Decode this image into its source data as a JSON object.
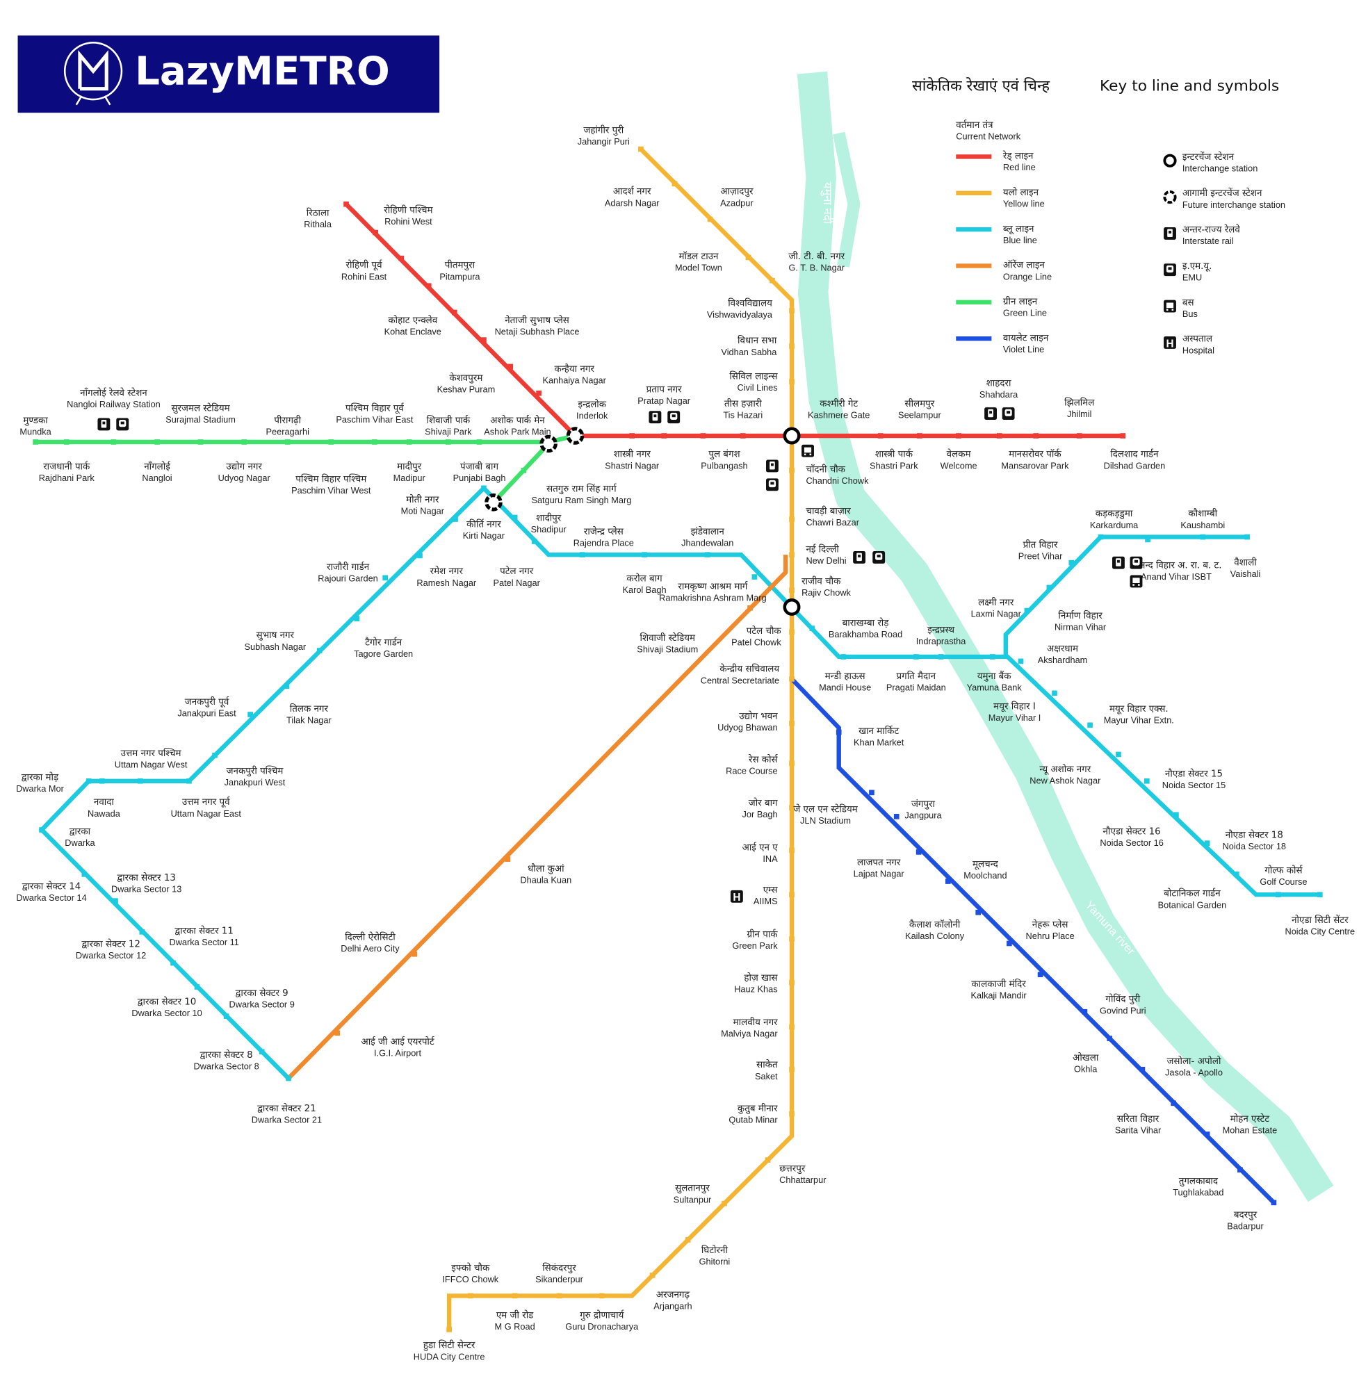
{
  "logo": {
    "text": "LazyMETRO",
    "bg": "#0c0a7f"
  },
  "legend": {
    "title_hi": "सांकेतिक रेखाएं एवं चिन्ह",
    "title_en": "Key to line and symbols",
    "network_hi": "वर्तमान तंत्र",
    "network_en": "Current Network",
    "lines": [
      {
        "hi": "रेड् लाइन",
        "en": "Red line",
        "color": "#ee3b33"
      },
      {
        "hi": "यलो लाइन",
        "en": "Yellow line",
        "color": "#f4b533"
      },
      {
        "hi": "ब्लू लाइन",
        "en": "Blue line",
        "color": "#1ccbe0"
      },
      {
        "hi": "ऑरेंज लाइन",
        "en": "Orange Line",
        "color": "#f08a2c"
      },
      {
        "hi": "ग्रीन लाइन",
        "en": "Green Line",
        "color": "#3ee26a"
      },
      {
        "hi": "वायलेट लाइन",
        "en": "Violet Line",
        "color": "#1d4fe0"
      }
    ],
    "symbols": [
      {
        "hi": "इन्टरचेंज स्टेशन",
        "en": "Interchange station",
        "icon": "interchange-icon"
      },
      {
        "hi": "आगामी इन्टरचेंज स्टेशन",
        "en": "Future interchange station",
        "icon": "future-interchange-icon"
      },
      {
        "hi": "अन्तर-राज्य रेलवे",
        "en": "Interstate rail",
        "icon": "train-icon"
      },
      {
        "hi": "इ.एम.यू.",
        "en": "EMU",
        "icon": "emu-icon"
      },
      {
        "hi": "बस",
        "en": "Bus",
        "icon": "bus-icon"
      },
      {
        "hi": "अस्पताल",
        "en": "Hospital",
        "icon": "hospital-icon"
      }
    ]
  },
  "river": {
    "hi": "यमुना नदी",
    "en": "Yamuna river",
    "color": "#b6f2df"
  },
  "lines": [
    {
      "name": "Red line",
      "color": "#ee3b33",
      "stations": [
        {
          "hi": "रिठाला",
          "en": "Rithala"
        },
        {
          "hi": "रोहिणी पश्चिम",
          "en": "Rohini West"
        },
        {
          "hi": "रोहिणी पूर्व",
          "en": "Rohini East"
        },
        {
          "hi": "पीतमपुरा",
          "en": "Pitampura"
        },
        {
          "hi": "कोहाट एन्क्लेव",
          "en": "Kohat Enclave"
        },
        {
          "hi": "नेताजी सुभाष प्लेस",
          "en": "Netaji Subhash Place"
        },
        {
          "hi": "केशवपुरम",
          "en": "Keshav Puram"
        },
        {
          "hi": "कन्हैया नगर",
          "en": "Kanhaiya Nagar"
        },
        {
          "hi": "इन्द्रलोक",
          "en": "Inderlok"
        },
        {
          "hi": "शास्त्री नगर",
          "en": "Shastri Nagar"
        },
        {
          "hi": "प्रताप नगर",
          "en": "Pratap Nagar"
        },
        {
          "hi": "पुल बंगश",
          "en": "Pulbangash"
        },
        {
          "hi": "तीस हज़ारी",
          "en": "Tis Hazari"
        },
        {
          "hi": "कश्मीरी गेट",
          "en": "Kashmere Gate"
        },
        {
          "hi": "शास्त्री पार्क",
          "en": "Shastri Park"
        },
        {
          "hi": "सीलमपुर",
          "en": "Seelampur"
        },
        {
          "hi": "वेलकम",
          "en": "Welcome"
        },
        {
          "hi": "शाहदरा",
          "en": "Shahdara"
        },
        {
          "hi": "मानसरोवर पॉर्क",
          "en": "Mansarovar Park"
        },
        {
          "hi": "झिलमिल",
          "en": "Jhilmil"
        },
        {
          "hi": "दिलशाद गार्डन",
          "en": "Dilshad Garden"
        }
      ]
    },
    {
      "name": "Yellow line",
      "color": "#f4b533",
      "stations": [
        {
          "hi": "जहांगीर पुरी",
          "en": "Jahangir Puri"
        },
        {
          "hi": "आदर्श नगर",
          "en": "Adarsh Nagar"
        },
        {
          "hi": "आज़ादपुर",
          "en": "Azadpur"
        },
        {
          "hi": "मॉडल टाउन",
          "en": "Model Town"
        },
        {
          "hi": "जी. टी. बी. नगर",
          "en": "G. T. B. Nagar"
        },
        {
          "hi": "विश्वविद्यालय",
          "en": "Vishwavidyalaya"
        },
        {
          "hi": "विधान सभा",
          "en": "Vidhan Sabha"
        },
        {
          "hi": "सिविल लाइन्स",
          "en": "Civil Lines"
        },
        {
          "hi": "चाँदनी चौक",
          "en": "Chandni Chowk"
        },
        {
          "hi": "चावड़ी बाज़ार",
          "en": "Chawri Bazar"
        },
        {
          "hi": "नई दिल्ली",
          "en": "New Delhi"
        },
        {
          "hi": "राजीव चौक",
          "en": "Rajiv Chowk"
        },
        {
          "hi": "पटेल चौक",
          "en": "Patel Chowk"
        },
        {
          "hi": "केन्द्रीय सचिवालय",
          "en": "Central Secretariate"
        },
        {
          "hi": "उद्योग भवन",
          "en": "Udyog Bhawan"
        },
        {
          "hi": "रेस कोर्स",
          "en": "Race Course"
        },
        {
          "hi": "जोर बाग",
          "en": "Jor Bagh"
        },
        {
          "hi": "आई एन ए",
          "en": "INA"
        },
        {
          "hi": "एम्स",
          "en": "AIIMS"
        },
        {
          "hi": "ग्रीन पार्क",
          "en": "Green Park"
        },
        {
          "hi": "होज़ खास",
          "en": "Hauz Khas"
        },
        {
          "hi": "मालवीय नगर",
          "en": "Malviya Nagar"
        },
        {
          "hi": "साकेत",
          "en": "Saket"
        },
        {
          "hi": "कुतुब मीनार",
          "en": "Qutab Minar"
        },
        {
          "hi": "छत्तरपुर",
          "en": "Chhattarpur"
        },
        {
          "hi": "सुलतानपुर",
          "en": "Sultanpur"
        },
        {
          "hi": "घिटोरनी",
          "en": "Ghitorni"
        },
        {
          "hi": "अरजनगढ़",
          "en": "Arjangarh"
        },
        {
          "hi": "गुरु द्रोणाचार्य",
          "en": "Guru Dronacharya"
        },
        {
          "hi": "सिकंदरपुर",
          "en": "Sikanderpur"
        },
        {
          "hi": "एम जी रोड",
          "en": "M G Road"
        },
        {
          "hi": "इफ्को चौक",
          "en": "IFFCO Chowk"
        },
        {
          "hi": "हुडा सिटी सेन्टर",
          "en": "HUDA City Centre"
        }
      ]
    },
    {
      "name": "Blue line",
      "color": "#1ccbe0",
      "stations": [
        {
          "hi": "द्वारका सेक्टर 21",
          "en": "Dwarka Sector 21"
        },
        {
          "hi": "द्वारका सेक्टर 8",
          "en": "Dwarka Sector 8"
        },
        {
          "hi": "द्वारका सेक्टर 9",
          "en": "Dwarka Sector 9"
        },
        {
          "hi": "द्वारका सेक्टर 10",
          "en": "Dwarka Sector 10"
        },
        {
          "hi": "द्वारका सेक्टर 11",
          "en": "Dwarka Sector 11"
        },
        {
          "hi": "द्वारका सेक्टर 12",
          "en": "Dwarka Sector 12"
        },
        {
          "hi": "द्वारका सेक्टर 13",
          "en": "Dwarka Sector 13"
        },
        {
          "hi": "द्वारका सेक्टर 14",
          "en": "Dwarka Sector 14"
        },
        {
          "hi": "द्वारका",
          "en": "Dwarka"
        },
        {
          "hi": "द्वारका मोड़",
          "en": "Dwarka Mor"
        },
        {
          "hi": "नवादा",
          "en": "Nawada"
        },
        {
          "hi": "उत्तम नगर पश्चिम",
          "en": "Uttam Nagar West"
        },
        {
          "hi": "उत्तम नगर पूर्व",
          "en": "Uttam Nagar East"
        },
        {
          "hi": "जनकपुरी पश्चिम",
          "en": "Janakpuri West"
        },
        {
          "hi": "जनकपुरी पूर्व",
          "en": "Janakpuri East"
        },
        {
          "hi": "तिलक नगर",
          "en": "Tilak Nagar"
        },
        {
          "hi": "सुभाष नगर",
          "en": "Subhash Nagar"
        },
        {
          "hi": "टैगोर गार्डन",
          "en": "Tagore Garden"
        },
        {
          "hi": "राजौरी गार्डन",
          "en": "Rajouri Garden"
        },
        {
          "hi": "रमेश नगर",
          "en": "Ramesh Nagar"
        },
        {
          "hi": "मोती नगर",
          "en": "Moti Nagar"
        },
        {
          "hi": "कीर्ति नगर",
          "en": "Kirti Nagar"
        },
        {
          "hi": "शादीपुर",
          "en": "Shadipur"
        },
        {
          "hi": "पटेल नगर",
          "en": "Patel Nagar"
        },
        {
          "hi": "राजेन्द्र प्लेस",
          "en": "Rajendra Place"
        },
        {
          "hi": "करोल बाग",
          "en": "Karol Bagh"
        },
        {
          "hi": "झंडेवालान",
          "en": "Jhandewalan"
        },
        {
          "hi": "रामकृष्ण आश्रम मार्ग",
          "en": "Ramakrishna Ashram Marg"
        },
        {
          "hi": "बाराखम्बा रोड़",
          "en": "Barakhamba Road"
        },
        {
          "hi": "मन्डी हाऊस",
          "en": "Mandi House"
        },
        {
          "hi": "प्रगति मैदान",
          "en": "Pragati Maidan"
        },
        {
          "hi": "इन्द्रप्रस्थ",
          "en": "Indraprastha"
        },
        {
          "hi": "यमुना बैंक",
          "en": "Yamuna Bank"
        },
        {
          "hi": "लक्ष्मी नगर",
          "en": "Laxmi Nagar"
        },
        {
          "hi": "निर्माण विहार",
          "en": "Nirman Vihar"
        },
        {
          "hi": "प्रीत विहार",
          "en": "Preet Vihar"
        },
        {
          "hi": "कड़कड़डुमा",
          "en": "Karkarduma"
        },
        {
          "hi": "आनन्द विहार अ. रा. ब. ट.",
          "en": "Anand Vihar ISBT"
        },
        {
          "hi": "कौशाम्बी",
          "en": "Kaushambi"
        },
        {
          "hi": "वैशाली",
          "en": "Vaishali"
        },
        {
          "hi": "अक्षरधाम",
          "en": "Akshardham"
        },
        {
          "hi": "मयूर विहार I",
          "en": "Mayur Vihar I"
        },
        {
          "hi": "मयूर विहार एक्स.",
          "en": "Mayur Vihar Extn."
        },
        {
          "hi": "न्यू अशोक नगर",
          "en": "New Ashok Nagar"
        },
        {
          "hi": "नौएडा सेक्टर 15",
          "en": "Noida Sector 15"
        },
        {
          "hi": "नौएडा सेक्टर 16",
          "en": "Noida Sector 16"
        },
        {
          "hi": "नौएडा सेक्टर 18",
          "en": "Noida Sector 18"
        },
        {
          "hi": "बोटानिकल गार्डन",
          "en": "Botanical Garden"
        },
        {
          "hi": "गोल्फ कोर्स",
          "en": "Golf Course"
        },
        {
          "hi": "नोएडा सिटी सेंटर",
          "en": "Noida City Centre"
        }
      ]
    },
    {
      "name": "Orange Line",
      "color": "#f08a2c",
      "stations": [
        {
          "hi": "आई जी आई एयरपोर्ट",
          "en": "I.G.I. Airport"
        },
        {
          "hi": "दिल्ली ऐरोसिटी",
          "en": "Delhi Aero City"
        },
        {
          "hi": "धौला कुआं",
          "en": "Dhaula Kuan"
        },
        {
          "hi": "शिवाजी स्टेडियम",
          "en": "Shivaji Stadium"
        }
      ]
    },
    {
      "name": "Green Line",
      "color": "#3ee26a",
      "stations": [
        {
          "hi": "मुण्डका",
          "en": "Mundka"
        },
        {
          "hi": "राजधानी पार्क",
          "en": "Rajdhani Park"
        },
        {
          "hi": "नाँगलोई रेलवे स्टेशन",
          "en": "Nangloi Railway Station"
        },
        {
          "hi": "नाँगलोई",
          "en": "Nangloi"
        },
        {
          "hi": "सुरजमल स्टेडियम",
          "en": "Surajmal Stadium"
        },
        {
          "hi": "उद्योग नगर",
          "en": "Udyog Nagar"
        },
        {
          "hi": "पीरागढ़ी",
          "en": "Peeragarhi"
        },
        {
          "hi": "पश्चिम विहार पश्चिम",
          "en": "Paschim Vihar West"
        },
        {
          "hi": "पश्चिम विहार पूर्व",
          "en": "Paschim Vihar East"
        },
        {
          "hi": "मादीपुर",
          "en": "Madipur"
        },
        {
          "hi": "शिवाजी पार्क",
          "en": "Shivaji Park"
        },
        {
          "hi": "पंजाबी बाग",
          "en": "Punjabi Bagh"
        },
        {
          "hi": "अशोक पार्क मेन",
          "en": "Ashok Park Main"
        },
        {
          "hi": "सतगुरु राम सिंह मार्ग",
          "en": "Satguru Ram Singh Marg"
        }
      ]
    },
    {
      "name": "Violet Line",
      "color": "#1d4fe0",
      "stations": [
        {
          "hi": "खान मार्किट",
          "en": "Khan Market"
        },
        {
          "hi": "जे एल एन स्टेडियम",
          "en": "JLN Stadium"
        },
        {
          "hi": "जंगपुरा",
          "en": "Jangpura"
        },
        {
          "hi": "लाजपत नगर",
          "en": "Lajpat Nagar"
        },
        {
          "hi": "मूलचन्द",
          "en": "Moolchand"
        },
        {
          "hi": "कैलाश कॉलोनी",
          "en": "Kailash Colony"
        },
        {
          "hi": "नेहरू प्लेस",
          "en": "Nehru Place"
        },
        {
          "hi": "कालकाजी मंदिर",
          "en": "Kalkaji Mandir"
        },
        {
          "hi": "गोविंद पुरी",
          "en": "Govind Puri"
        },
        {
          "hi": "ओखला",
          "en": "Okhla"
        },
        {
          "hi": "जसोला- अपोलो",
          "en": "Jasola - Apollo"
        },
        {
          "hi": "सरिता विहार",
          "en": "Sarita Vihar"
        },
        {
          "hi": "मोहन एस्टेट",
          "en": "Mohan Estate"
        },
        {
          "hi": "तुगलकाबाद",
          "en": "Tughlakabad"
        },
        {
          "hi": "बदरपुर",
          "en": "Badarpur"
        }
      ]
    }
  ]
}
